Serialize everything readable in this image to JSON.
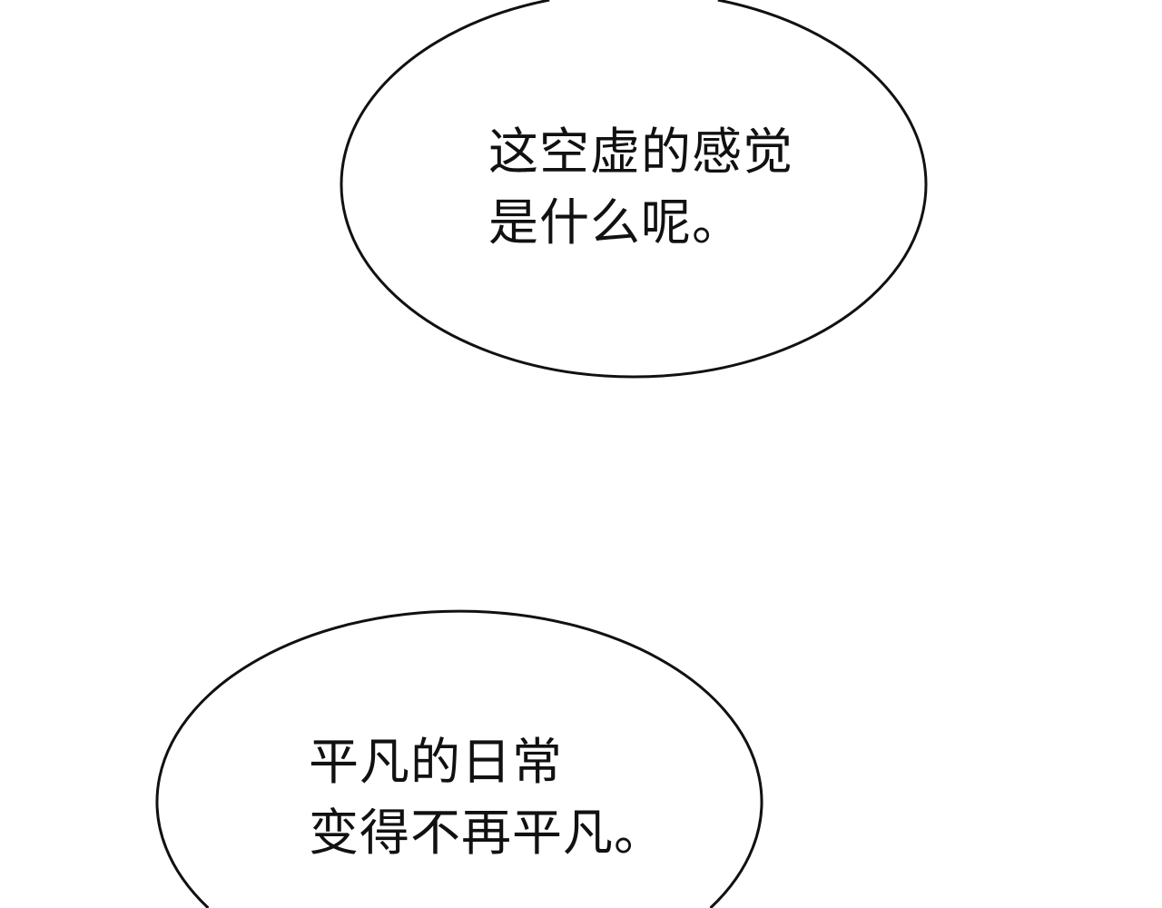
{
  "bubbles": [
    {
      "lines": [
        "这空虚的感觉",
        "是什么呢。"
      ]
    },
    {
      "lines": [
        "平凡的日常",
        "变得不再平凡。"
      ]
    }
  ],
  "colors": {
    "background": "#ffffff",
    "outline": "#111111",
    "text": "#111111"
  }
}
